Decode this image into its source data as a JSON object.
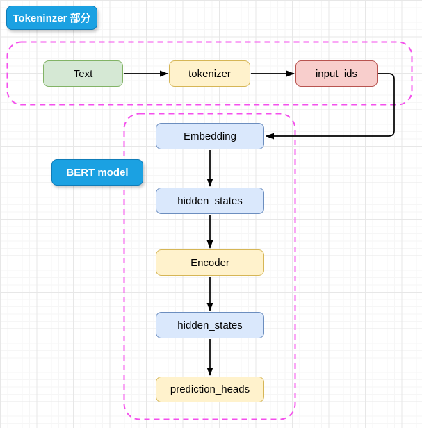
{
  "diagram": {
    "section_labels": {
      "tokenizer": {
        "text": "Tokeninzer 部分",
        "fill": "#1ba1e2",
        "text_color": "#ffffff"
      },
      "bert": {
        "text": "BERT model",
        "fill": "#1ba1e2",
        "text_color": "#ffffff"
      }
    },
    "nodes": {
      "text": {
        "label": "Text",
        "fill": "#d5e8d4",
        "border": "#82b366"
      },
      "tokenizer": {
        "label": "tokenizer",
        "fill": "#fff2cc",
        "border": "#d6b656"
      },
      "input_ids": {
        "label": "input_ids",
        "fill": "#f8cecc",
        "border": "#b85450"
      },
      "embedding": {
        "label": "Embedding",
        "fill": "#dae8fc",
        "border": "#6c8ebf"
      },
      "hidden_states_1": {
        "label": "hidden_states",
        "fill": "#dae8fc",
        "border": "#6c8ebf"
      },
      "encoder": {
        "label": "Encoder",
        "fill": "#fff2cc",
        "border": "#d6b656"
      },
      "hidden_states_2": {
        "label": "hidden_states",
        "fill": "#dae8fc",
        "border": "#6c8ebf"
      },
      "prediction_heads": {
        "label": "prediction_heads",
        "fill": "#fff2cc",
        "border": "#d6b656"
      }
    },
    "containers": {
      "border_color": "#f450ec"
    },
    "arrows": {
      "color": "#000000"
    }
  }
}
